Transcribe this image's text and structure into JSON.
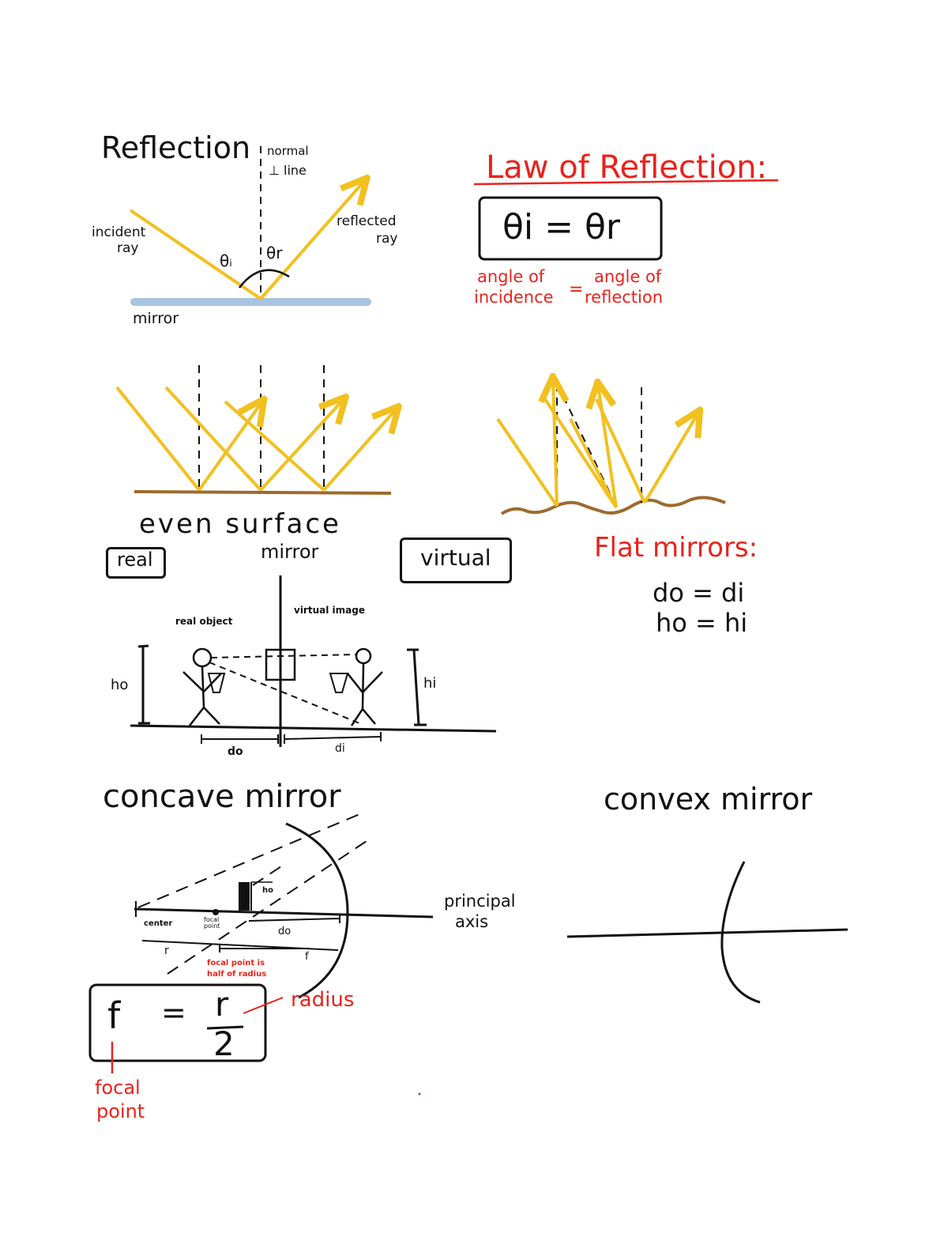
{
  "reflection": {
    "title": "Reflection",
    "normal_label_1": "normal",
    "normal_label_2": "⊥ line",
    "incident_1": "incident",
    "incident_2": "ray",
    "reflected_1": "reflected",
    "reflected_2": "ray",
    "theta_i": "θᵢ",
    "theta_r": "θr",
    "mirror": "mirror"
  },
  "law": {
    "title": "Law of Reflection:",
    "formula": "θi = θr",
    "angle_incidence_1": "angle of",
    "angle_incidence_2": "incidence",
    "equals": "=",
    "angle_reflection_1": "angle of",
    "angle_reflection_2": "reflection"
  },
  "surfaces": {
    "even_label": "even surface"
  },
  "flat": {
    "real_box": "real",
    "virtual_box": "virtual",
    "mirror": "mirror",
    "real_object": "real object",
    "virtual_image": "virtual image",
    "ho": "ho",
    "hi": "hi",
    "do": "do",
    "di": "di"
  },
  "flat_mirrors": {
    "title": "Flat mirrors:",
    "eq1": "do = di",
    "eq2": "ho = hi"
  },
  "concave": {
    "title": "concave mirror",
    "principal_1": "principal",
    "principal_2": "axis",
    "center": "center",
    "focal_point_small": "focal point",
    "do": "do",
    "ho": "ho",
    "r": "r",
    "f": "f",
    "focal_note_1": "focal point is",
    "focal_note_2": "half of radius",
    "formula_f": "f",
    "formula_eq": "=",
    "formula_r": "r",
    "formula_2": "2",
    "radius": "radius",
    "focal_1": "focal",
    "focal_2": "point"
  },
  "convex": {
    "title": "convex mirror"
  },
  "colors": {
    "ray": "#f2c01f",
    "mirror_blue": "#a9c4e2",
    "ground_brown": "#9c6b2e",
    "red": "#e8231c",
    "ink": "#111111"
  }
}
